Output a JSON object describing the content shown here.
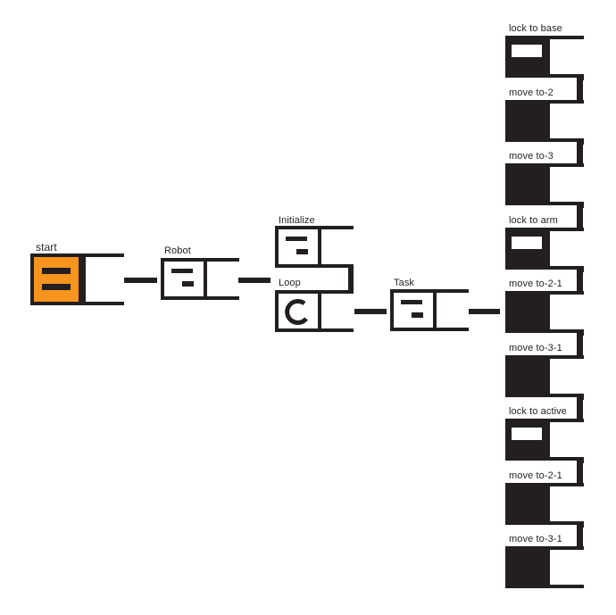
{
  "colors": {
    "ink": "#231f20",
    "accent": "#f7941d",
    "paper": "#ffffff"
  },
  "nodes": {
    "start": {
      "label": "start",
      "icon": "equals-icon"
    },
    "robot": {
      "label": "Robot",
      "icon": "flag-icon"
    },
    "initialize": {
      "label": "Initialize",
      "icon": "flag-icon"
    },
    "loop": {
      "label": "Loop",
      "icon": "loop-icon"
    },
    "task": {
      "label": "Task",
      "icon": "flag-icon"
    }
  },
  "steps": [
    {
      "label": "lock to base",
      "icon": "lock-icon"
    },
    {
      "label": "move to-2",
      "icon": "move-icon"
    },
    {
      "label": "move to-3",
      "icon": "move-icon"
    },
    {
      "label": "lock to arm",
      "icon": "lock-icon"
    },
    {
      "label": "move to-2-1",
      "icon": "move-icon"
    },
    {
      "label": "move to-3-1",
      "icon": "move-icon"
    },
    {
      "label": "lock to active",
      "icon": "lock-icon"
    },
    {
      "label": "move to-2-1",
      "icon": "move-icon"
    },
    {
      "label": "move to-3-1",
      "icon": "move-icon"
    }
  ]
}
